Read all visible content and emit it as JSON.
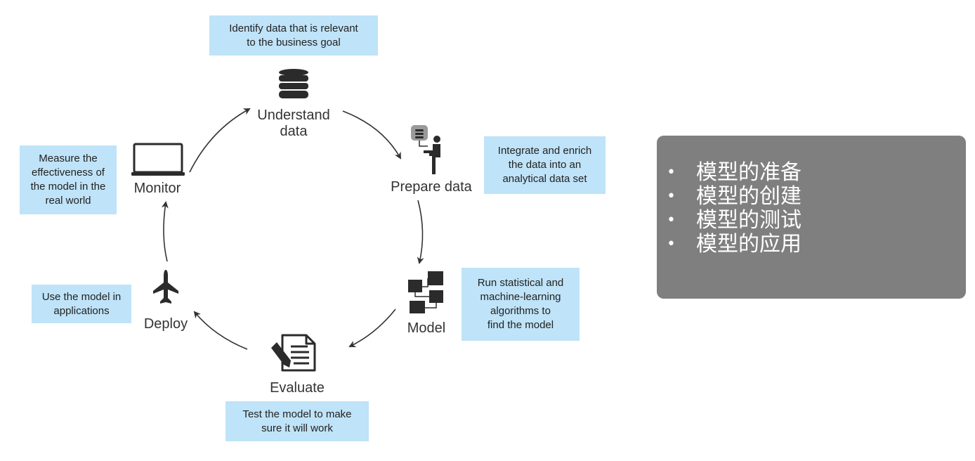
{
  "stages": {
    "understand": "Understand\ndata",
    "prepare": "Prepare data",
    "model": "Model",
    "evaluate": "Evaluate",
    "deploy": "Deploy",
    "monitor": "Monitor"
  },
  "notes": {
    "understand": "Identify data that is relevant\nto the business goal",
    "prepare": "Integrate and enrich\nthe data into an\nanalytical data set",
    "model": "Run statistical and\nmachine-learning\nalgorithms to\nfind the model",
    "evaluate": "Test the model to make\nsure it will work",
    "deploy": "Use the model in\napplications",
    "monitor": "Measure the\neffectiveness of\nthe model in the\nreal world"
  },
  "icons": {
    "understand": "database-icon",
    "prepare": "person-at-computer-icon",
    "model": "flowchart-blocks-icon",
    "evaluate": "document-pencil-icon",
    "deploy": "airplane-icon",
    "monitor": "monitor-icon"
  },
  "panel": {
    "bullet": "•",
    "items": [
      "模型的准备",
      "模型的创建",
      "模型的测试",
      "模型的应用"
    ]
  },
  "colors": {
    "note_bg": "#bfe3f8",
    "icon": "#2b2b2b",
    "panel_bg": "#7f7f7f",
    "panel_text": "#ffffff"
  }
}
